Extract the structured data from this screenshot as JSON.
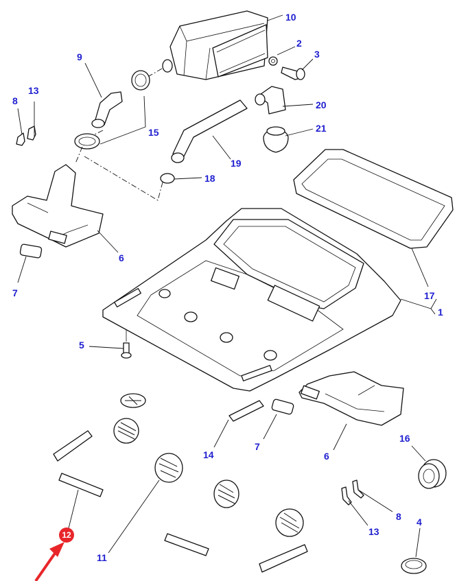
{
  "diagram": {
    "title": "Cab roof ventilation assembly - exploded parts view",
    "label_color": "#1f1fd0",
    "highlight_color": "#e8262a",
    "callouts": [
      {
        "id": "c1",
        "text": "1"
      },
      {
        "id": "c2",
        "text": "2"
      },
      {
        "id": "c3",
        "text": "3"
      },
      {
        "id": "c4",
        "text": "4"
      },
      {
        "id": "c5",
        "text": "5"
      },
      {
        "id": "c6a",
        "text": "6"
      },
      {
        "id": "c6b",
        "text": "6"
      },
      {
        "id": "c7a",
        "text": "7"
      },
      {
        "id": "c7b",
        "text": "7"
      },
      {
        "id": "c8a",
        "text": "8"
      },
      {
        "id": "c8b",
        "text": "8"
      },
      {
        "id": "c9",
        "text": "9"
      },
      {
        "id": "c10",
        "text": "10"
      },
      {
        "id": "c11",
        "text": "11"
      },
      {
        "id": "c13a",
        "text": "13"
      },
      {
        "id": "c13b",
        "text": "13"
      },
      {
        "id": "c14",
        "text": "14"
      },
      {
        "id": "c15",
        "text": "15"
      },
      {
        "id": "c16",
        "text": "16"
      },
      {
        "id": "c17",
        "text": "17"
      },
      {
        "id": "c18",
        "text": "18"
      },
      {
        "id": "c19",
        "text": "19"
      },
      {
        "id": "c20",
        "text": "20"
      },
      {
        "id": "c21",
        "text": "21"
      }
    ],
    "highlighted_callout": {
      "text": "12",
      "pointer": "red-arrow"
    }
  }
}
